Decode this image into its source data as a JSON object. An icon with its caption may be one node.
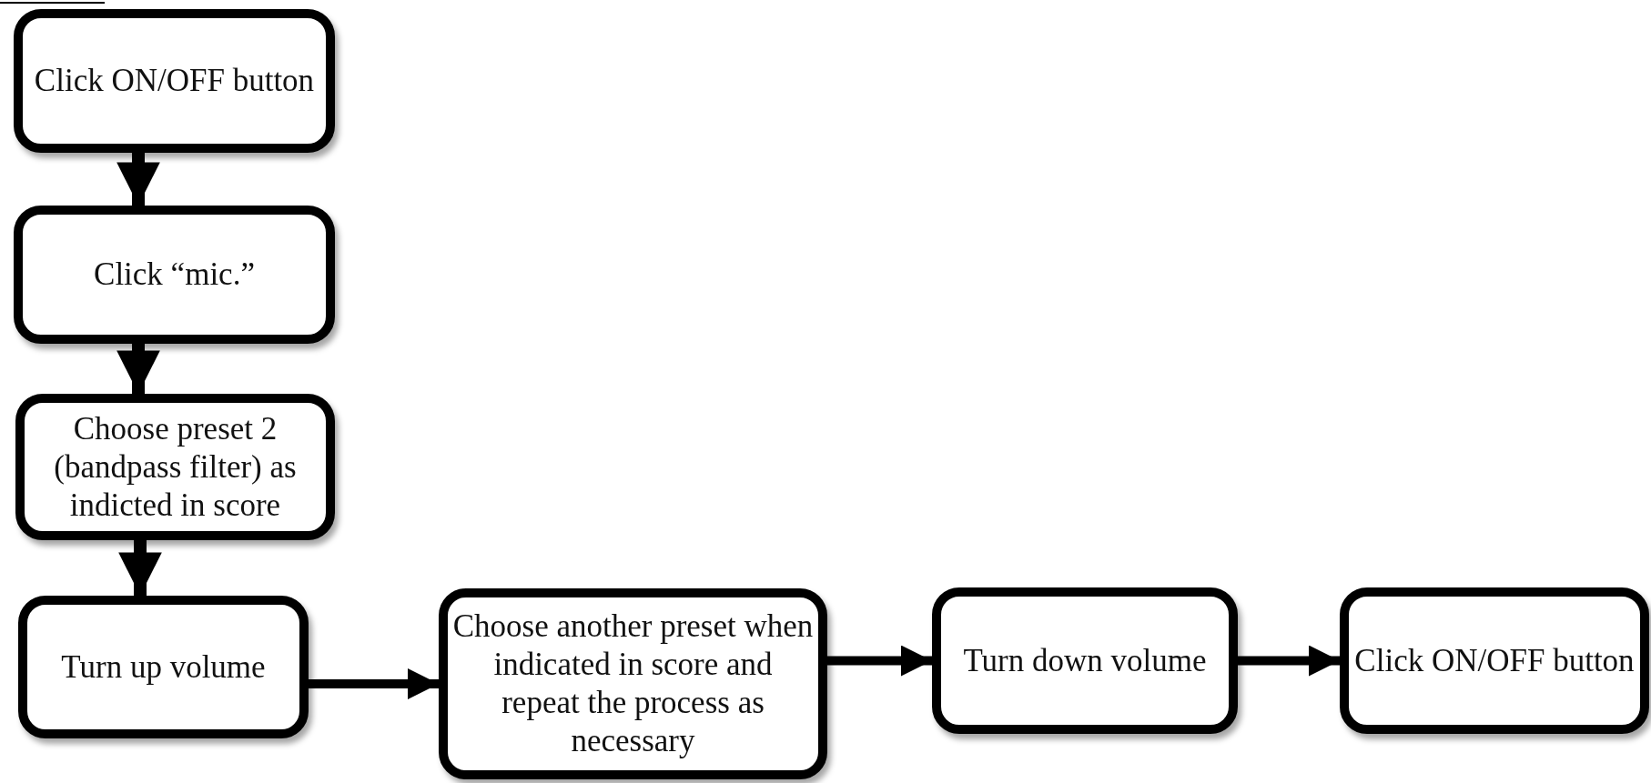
{
  "diagram": {
    "nodes": [
      {
        "text": [
          "Click ON/OFF button"
        ]
      },
      {
        "text": [
          "Click “mic.”"
        ]
      },
      {
        "text": [
          "Choose preset 2 (bandpass filter) as indicted in score"
        ]
      },
      {
        "text": [
          "Turn up volume"
        ]
      },
      {
        "text": [
          "Choose another preset when indicated in score and repeat the process as necessary"
        ]
      },
      {
        "text": [
          "Turn down volume"
        ]
      },
      {
        "text": [
          "Click ON/OFF button"
        ]
      }
    ],
    "edges": [
      {
        "from": 0,
        "to": 1,
        "arrow": "to"
      },
      {
        "from": 1,
        "to": 2,
        "arrow": "to"
      },
      {
        "from": 2,
        "to": 3,
        "arrow": "to"
      },
      {
        "from": 3,
        "to": 4,
        "arrow": "to"
      },
      {
        "from": 4,
        "to": 5,
        "arrow": "to"
      },
      {
        "from": 5,
        "to": 6,
        "arrow": "to"
      }
    ]
  }
}
